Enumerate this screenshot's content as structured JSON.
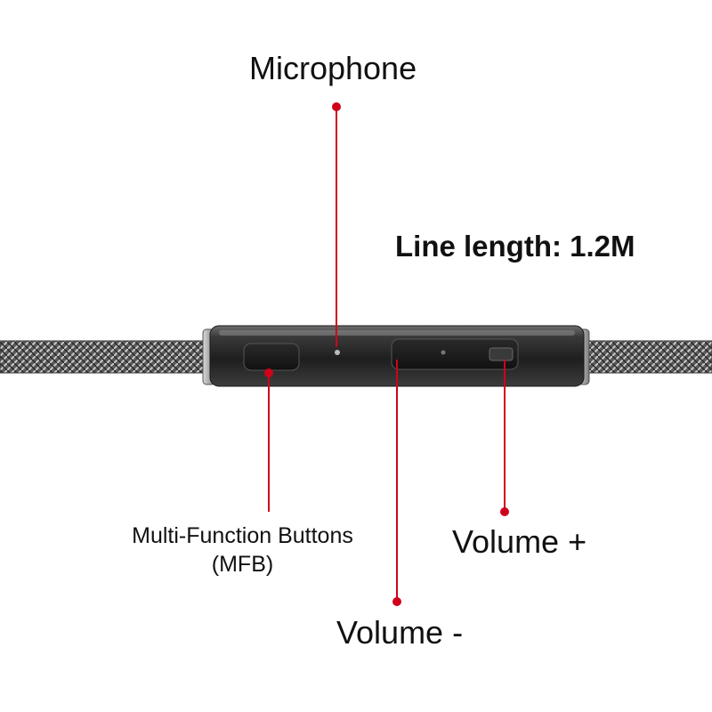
{
  "labels": {
    "microphone": "Microphone",
    "line_length": "Line length: 1.2M",
    "mfb_line1": "Multi-Function Buttons",
    "mfb_line2": "(MFB)",
    "volume_plus": "Volume +",
    "volume_minus": "Volume -"
  },
  "colors": {
    "callout": "#d0021b",
    "text": "#111111",
    "control_body": "#2b2b2b",
    "cable": "#6a6a6a"
  }
}
